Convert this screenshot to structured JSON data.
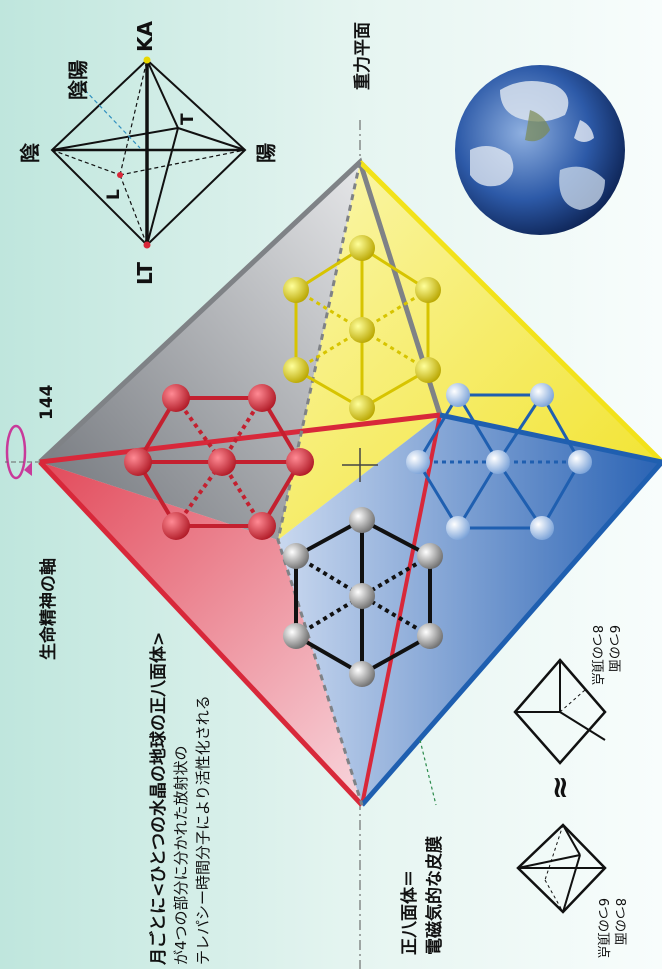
{
  "caption": {
    "line1": "月ごとに<ひとつの水晶の地球の正八面体>",
    "line2": "が4つの部分に分かれた放射状の",
    "line3": "テレパシー時間分子により活性化される"
  },
  "axis": {
    "life_spirit_axis": "生命精神の軸",
    "number": "144",
    "gravity_plane": "重力平面"
  },
  "octahedron_label": {
    "line1": "正八面体＝",
    "line2": "電磁気的な皮膜"
  },
  "small_octa": {
    "ka": "KA",
    "lt": "LT",
    "l": "L",
    "t": "T",
    "left_char": "陰",
    "right_char": "陽",
    "top_char": "陰陽"
  },
  "cube_caption": {
    "line1": "6つの面",
    "line2": "8つの頂点"
  },
  "octa_caption": {
    "line1": "8つの面",
    "line2": "6つの頂点"
  },
  "approx_symbol": "≈",
  "colors": {
    "red": "#d8283a",
    "yellow": "#f2e21a",
    "blue": "#1f5fb0",
    "gray": "#7f8286",
    "black": "#111111",
    "bg_left": "#bfe6dd",
    "bg_right": "#f4fbf9"
  },
  "icons": {
    "rotation_arrow": "rotation-arrow-icon",
    "earth": "earth-globe-icon"
  }
}
